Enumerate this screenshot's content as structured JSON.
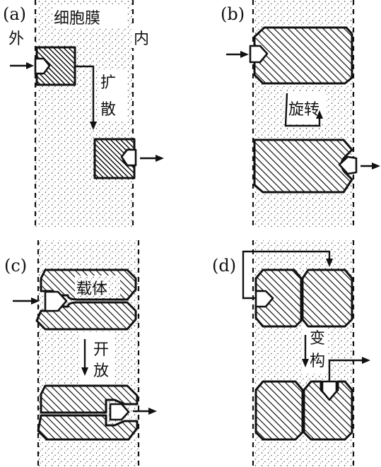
{
  "panels": {
    "a": {
      "label": "(a)",
      "membrane_label": "细胞膜",
      "outside_label": "外",
      "inside_label": "内",
      "step_label_1": "扩",
      "step_label_2": "散"
    },
    "b": {
      "label": "(b)",
      "step_label": "旋转"
    },
    "c": {
      "label": "(c)",
      "carrier_label": "载体",
      "step_label_1": "开",
      "step_label_2": "放"
    },
    "d": {
      "label": "(d)",
      "step_label_1": "变",
      "step_label_2": "构"
    }
  }
}
